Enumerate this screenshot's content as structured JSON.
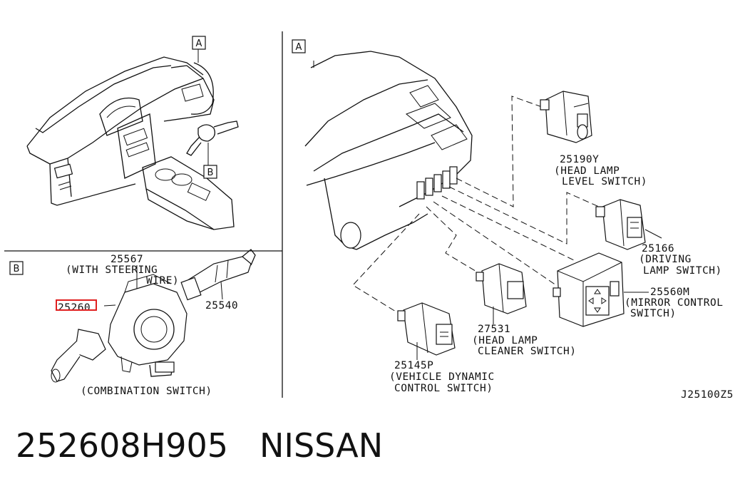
{
  "panels": {
    "overview": {
      "box_label_top": "A",
      "box_label_bottom": "B"
    },
    "detail_a": {
      "box_label": "A"
    },
    "detail_b": {
      "box_label": "B"
    }
  },
  "parts": {
    "p25567": {
      "number": "25567",
      "line1": "(WITH STEERING",
      "line2": "WIRE)"
    },
    "p25260": {
      "number": "25260"
    },
    "p25540": {
      "number": "25540"
    },
    "combination": {
      "caption": "(COMBINATION SWITCH)"
    },
    "p25190Y": {
      "number": "25190Y",
      "line1": "(HEAD LAMP",
      "line2": "LEVEL SWITCH)"
    },
    "p25166": {
      "number": "25166",
      "line1": "(DRIVING",
      "line2": "LAMP SWITCH)"
    },
    "p25560M": {
      "number": "25560M",
      "line1": "(MIRROR CONTROL",
      "line2": "SWITCH)"
    },
    "p27531": {
      "number": "27531",
      "line1": "(HEAD LAMP",
      "line2": "CLEANER SWITCH)"
    },
    "p25145P": {
      "number": "25145P",
      "line1": "(VEHICLE DYNAMIC",
      "line2": "CONTROL SWITCH)"
    }
  },
  "drawing_code": "J25100Z5",
  "footer": {
    "part_number": "252608H905",
    "brand": "NISSAN"
  },
  "highlight_color": "#e02020"
}
